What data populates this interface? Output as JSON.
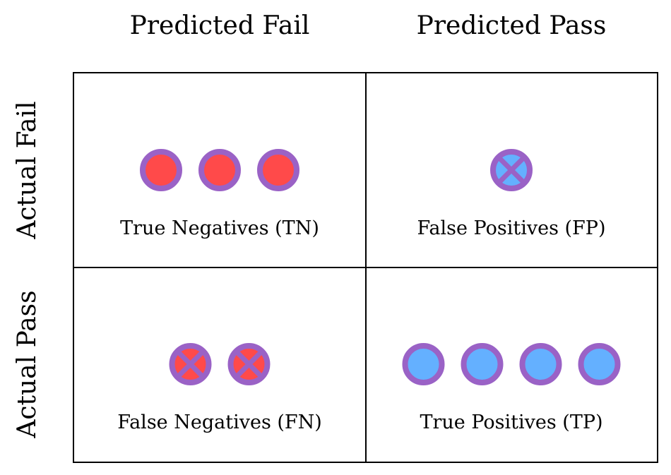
{
  "colors": {
    "fail": "#ff4a4a",
    "pass": "#64b0ff",
    "outline": "#9a62c6",
    "grid": "#000000"
  },
  "headers": {
    "columns": [
      "Predicted Fail",
      "Predicted Pass"
    ],
    "rows": [
      "Actual Fail",
      "Actual Pass"
    ]
  },
  "cells": [
    {
      "label": "True Negatives (TN)",
      "count": 3,
      "fill": "fail",
      "crossed": false,
      "icon": "correct-fail-circle"
    },
    {
      "label": "False Positives (FP)",
      "count": 1,
      "fill": "pass",
      "crossed": true,
      "icon": "wrong-pass-circle"
    },
    {
      "label": "False Negatives (FN)",
      "count": 2,
      "fill": "fail",
      "crossed": true,
      "icon": "wrong-fail-circle"
    },
    {
      "label": "True Positives (TP)",
      "count": 4,
      "fill": "pass",
      "crossed": false,
      "icon": "correct-pass-circle"
    }
  ]
}
